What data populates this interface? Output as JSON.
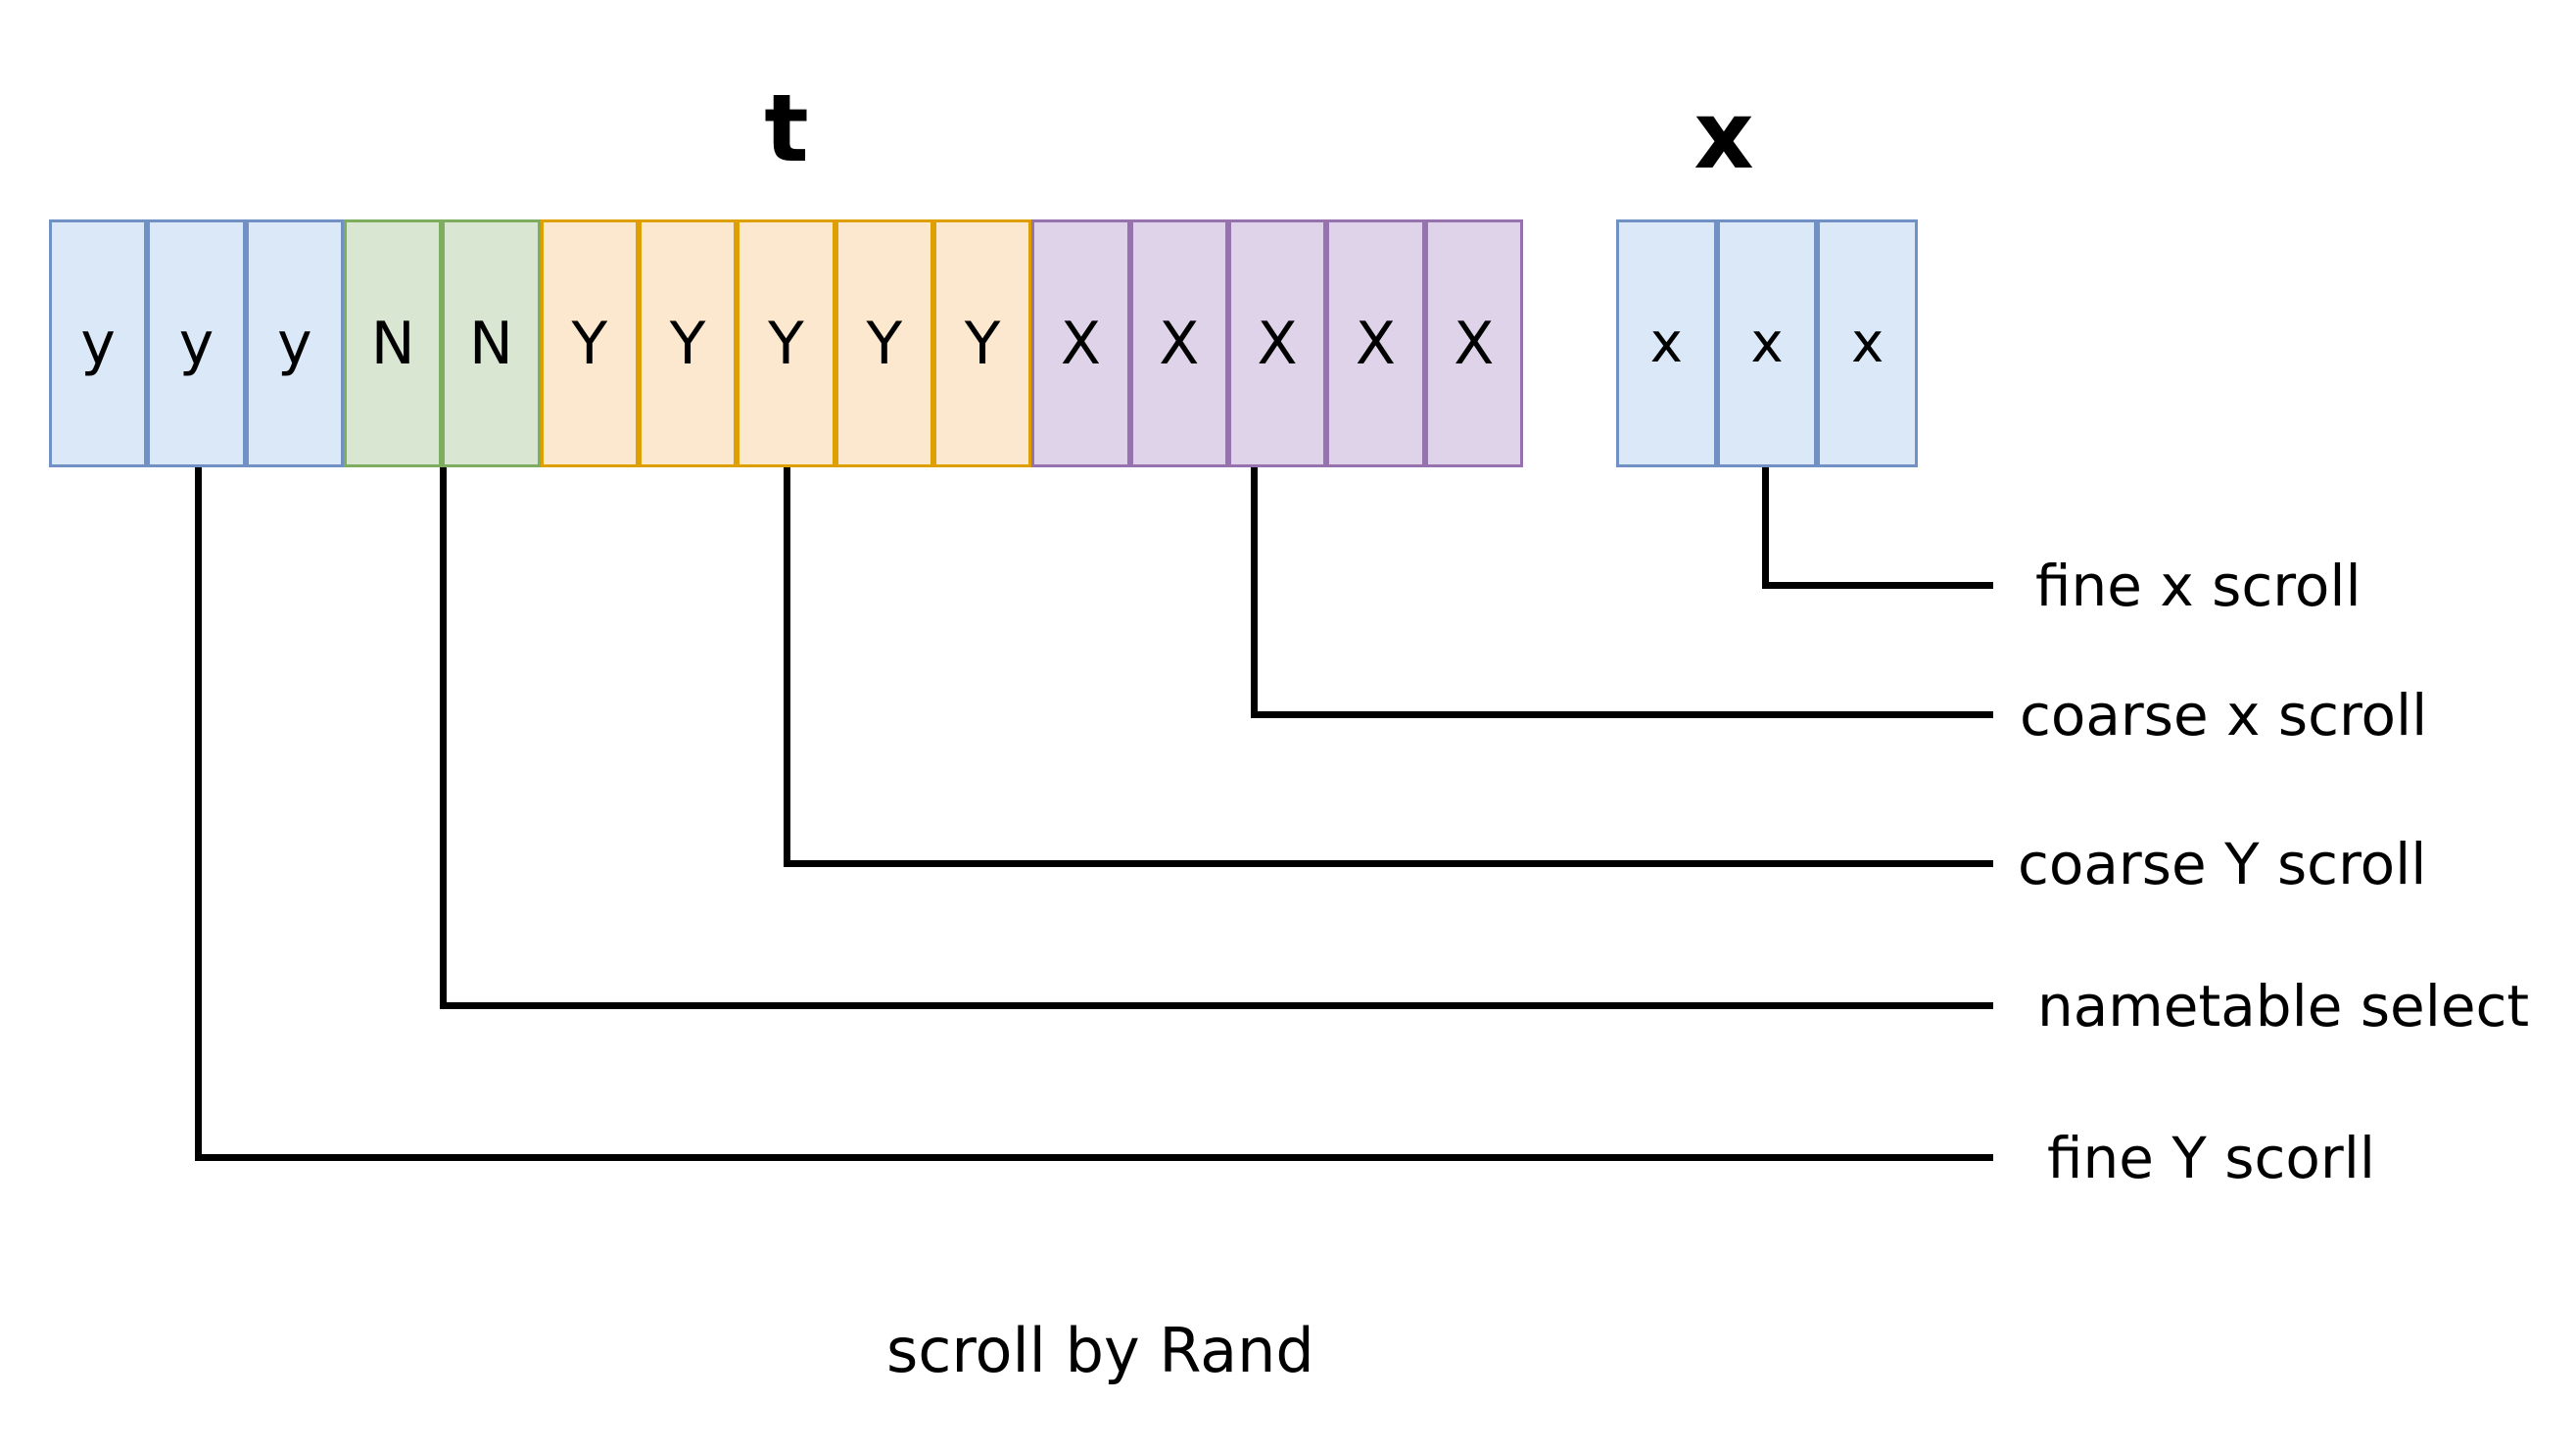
{
  "register_t": {
    "title": "t",
    "cells": [
      {
        "letter": "y",
        "group": "fine Y scroll"
      },
      {
        "letter": "y",
        "group": "fine Y scroll"
      },
      {
        "letter": "y",
        "group": "fine Y scroll"
      },
      {
        "letter": "N",
        "group": "nametable select"
      },
      {
        "letter": "N",
        "group": "nametable select"
      },
      {
        "letter": "Y",
        "group": "coarse Y scroll"
      },
      {
        "letter": "Y",
        "group": "coarse Y scroll"
      },
      {
        "letter": "Y",
        "group": "coarse Y scroll"
      },
      {
        "letter": "Y",
        "group": "coarse Y scroll"
      },
      {
        "letter": "Y",
        "group": "coarse Y scroll"
      },
      {
        "letter": "X",
        "group": "coarse X scroll"
      },
      {
        "letter": "X",
        "group": "coarse X scroll"
      },
      {
        "letter": "X",
        "group": "coarse X scroll"
      },
      {
        "letter": "X",
        "group": "coarse X scroll"
      },
      {
        "letter": "X",
        "group": "coarse X scroll"
      }
    ]
  },
  "register_x": {
    "title": "x",
    "cells": [
      {
        "letter": "x"
      },
      {
        "letter": "x"
      },
      {
        "letter": "x"
      }
    ]
  },
  "callouts": [
    {
      "label": "fine x scroll"
    },
    {
      "label": "coarse x scroll"
    },
    {
      "label": "coarse Y scroll"
    },
    {
      "label": "nametable select"
    },
    {
      "label": "fine Y scorll"
    }
  ],
  "caption": "scroll by Rand",
  "colors": {
    "blue-fill": "#dbe8f8",
    "blue-border": "#7191c4",
    "green-fill": "#d9e7d2",
    "green-border": "#7ead60",
    "orange-fill": "#fce8ce",
    "orange-border": "#dda000",
    "purple-fill": "#ded3e8",
    "purple-border": "#9673ae",
    "line": "#000000",
    "text": "#000000"
  }
}
